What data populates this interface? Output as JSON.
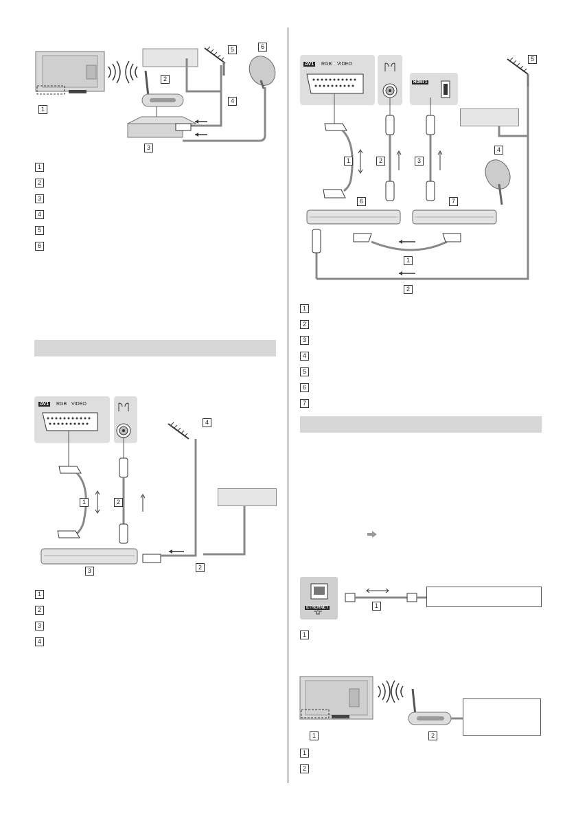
{
  "labels": {
    "av1": "AV1",
    "rgb": "RGB",
    "video": "VIDEO",
    "hdmi1": "HDMI 1",
    "ethernet": "ETHERNET"
  },
  "numbers": {
    "n1": "1",
    "n2": "2",
    "n3": "3",
    "n4": "4",
    "n5": "5",
    "n6": "6",
    "n7": "7"
  }
}
